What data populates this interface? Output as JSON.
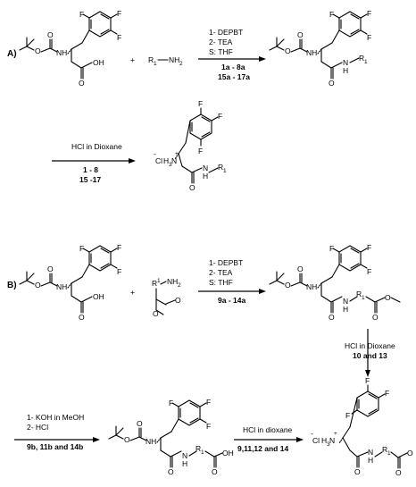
{
  "section_a": {
    "label": "A)",
    "plus": "+",
    "amine": {
      "r_prefix": "R",
      "r_sub": "1",
      "suffix": "NH",
      "suffix_sub": "2"
    },
    "reagents": [
      "1- DEPBT",
      "2- TEA",
      "S: THF"
    ],
    "compounds": [
      "1a - 8a",
      "15a - 17a"
    ]
  },
  "section_a2": {
    "reagent": "HCl in Dioxane",
    "compounds": [
      "1 - 8",
      "15 -17"
    ]
  },
  "section_b": {
    "label": "B)",
    "plus": "+",
    "reagents": [
      "1- DEPBT",
      "2- TEA",
      "S: THF"
    ],
    "compounds": "9a - 14a"
  },
  "section_b_down": {
    "reagent": "HCl in Dioxane",
    "compounds": "10 and 13"
  },
  "section_b_left": {
    "reagents": [
      "1- KOH in MeOH",
      "2- HCl"
    ],
    "compounds": "9b, 11b and 14b"
  },
  "section_b_right": {
    "reagent": "HCl in dioxane",
    "compounds": "9,11,12 and 14"
  },
  "atoms": {
    "F": "F",
    "O": "O",
    "OH": "OH",
    "NH": "NH",
    "N": "N",
    "H": "H",
    "R": "R",
    "R_sub": "1",
    "NH2_sup": "NH",
    "sub2": "2",
    "Cl": "Cl",
    "H3N": "H",
    "sub3": "3",
    "N_plus": "N",
    "minus": "-",
    "plus_sign": "+"
  }
}
